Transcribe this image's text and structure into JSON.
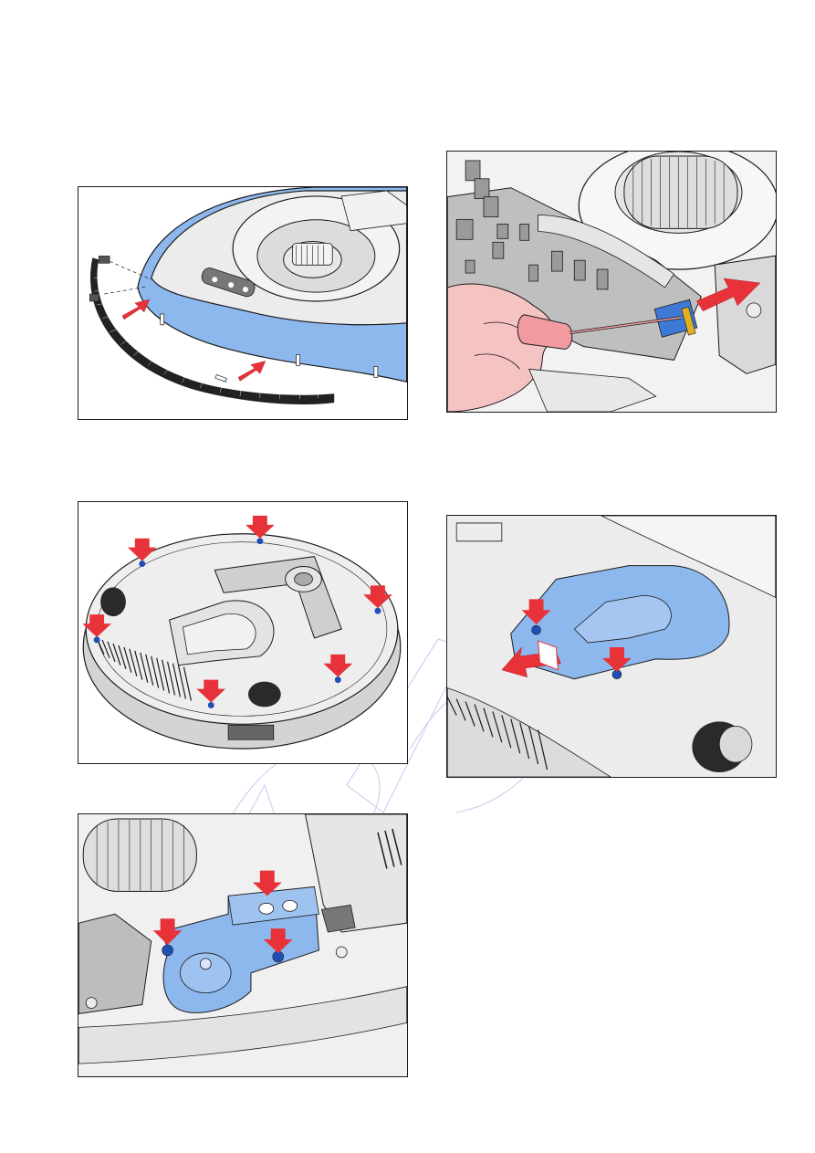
{
  "page": {
    "figures": [
      {
        "id": "fig-bumper",
        "subject": "bumper-strip-removal"
      },
      {
        "id": "fig-connector",
        "subject": "screwdriver-release-connector"
      },
      {
        "id": "fig-bottom-screws",
        "subject": "bottom-housing-screws"
      },
      {
        "id": "fig-cover-slide",
        "subject": "cover-slide-removal"
      },
      {
        "id": "fig-motor-block",
        "subject": "motor-module-screws"
      }
    ],
    "colors": {
      "highlight": "#8db8ee",
      "arrow": "#e8323a",
      "screw": "#1f4fb5",
      "line": "#1a1a1a",
      "part_fill": "#e9e9e9",
      "skin": "#f6c3c3",
      "watermark": "#b7a6e8"
    },
    "watermark_text": ""
  }
}
